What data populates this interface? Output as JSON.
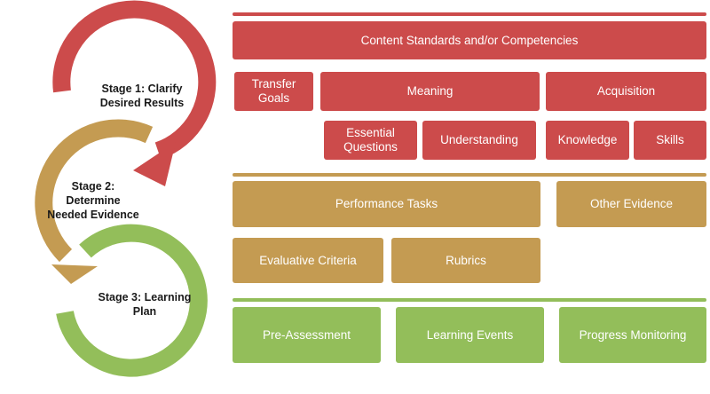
{
  "colors": {
    "stage1": "#cc4b4b",
    "stage2": "#c49b52",
    "stage3": "#93be5a"
  },
  "stages": [
    {
      "label_lines": [
        "Stage 1: Clarify",
        "Desired Results"
      ]
    },
    {
      "label_lines": [
        "Stage 2:",
        "Determine",
        "Needed Evidence"
      ]
    },
    {
      "label_lines": [
        "Stage 3: Learning",
        "Plan"
      ]
    }
  ],
  "stage1": {
    "content_standards": "Content Standards and/or Competencies",
    "transfer_goals": "Transfer Goals",
    "meaning": "Meaning",
    "acquisition": "Acquisition",
    "essential_questions": "Essential Questions",
    "understanding": "Understanding",
    "knowledge": "Knowledge",
    "skills": "Skills"
  },
  "stage2": {
    "performance_tasks": "Performance Tasks",
    "other_evidence": "Other Evidence",
    "evaluative_criteria": "Evaluative Criteria",
    "rubrics": "Rubrics"
  },
  "stage3": {
    "pre_assessment": "Pre-Assessment",
    "learning_events": "Learning Events",
    "progress_monitoring": "Progress Monitoring"
  }
}
